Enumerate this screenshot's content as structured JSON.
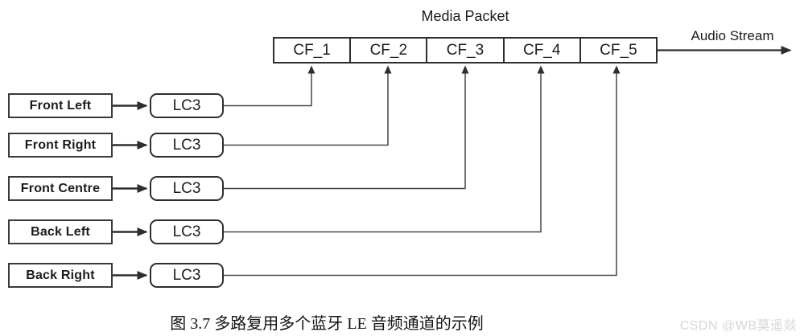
{
  "figure": {
    "media_packet": {
      "title": "Media Packet",
      "frames": [
        "CF_1",
        "CF_2",
        "CF_3",
        "CF_4",
        "CF_5"
      ]
    },
    "audio_stream_label": "Audio Stream",
    "channels": [
      {
        "label": "Front Left",
        "codec": "LC3"
      },
      {
        "label": "Front Right",
        "codec": "LC3"
      },
      {
        "label": "Front Centre",
        "codec": "LC3"
      },
      {
        "label": "Back Left",
        "codec": "LC3"
      },
      {
        "label": "Back Right",
        "codec": "LC3"
      }
    ]
  },
  "caption": "图 3.7 多路复用多个蓝牙 LE 音频通道的示例",
  "watermark": "CSDN @WB莫遥燚",
  "colors": {
    "line": "#2e2e2e",
    "connector": "#474747",
    "text": "#1c1c1c",
    "watermark": "#d6d6d6",
    "background": "#ffffff"
  }
}
